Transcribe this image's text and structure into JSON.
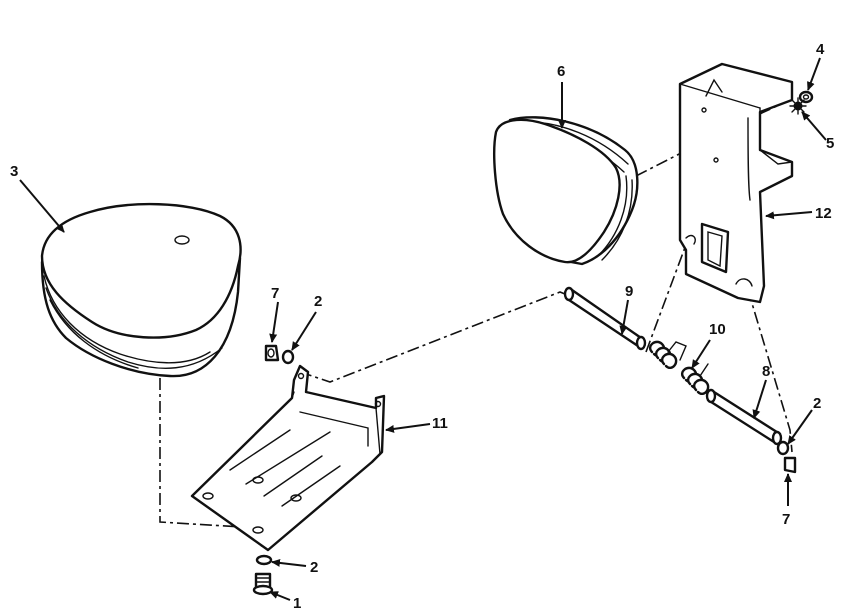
{
  "diagram": {
    "callouts": {
      "c1": "1",
      "c2_bottom": "2",
      "c2_left": "2",
      "c2_right": "2",
      "c3": "3",
      "c4": "4",
      "c5": "5",
      "c6": "6",
      "c7_left": "7",
      "c7_right": "7",
      "c8": "8",
      "c9": "9",
      "c10": "10",
      "c11": "11",
      "c12": "12"
    }
  }
}
